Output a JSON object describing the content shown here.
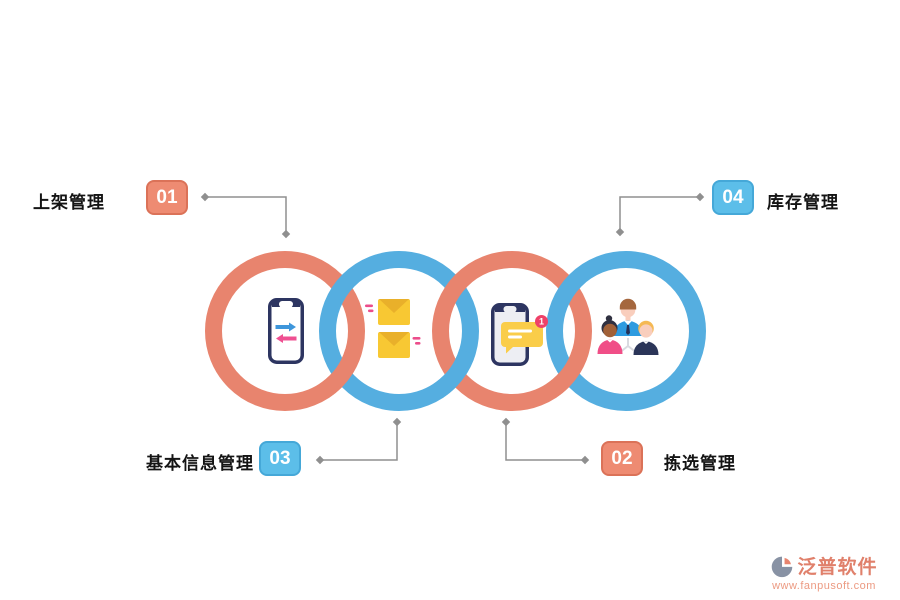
{
  "diagram": {
    "nodes": [
      {
        "badge": "01",
        "label": "上架管理",
        "position": "top-left",
        "badge_color": "#ee8b72",
        "ring": "orange",
        "icon": "phone-transfer-icon"
      },
      {
        "badge": "02",
        "label": "拣选管理",
        "position": "bottom-right",
        "badge_color": "#ee8b72",
        "ring": "orange",
        "icon": "phone-chat-icon"
      },
      {
        "badge": "03",
        "label": "基本信息管理",
        "position": "bottom-left",
        "badge_color": "#5cbee9",
        "ring": "blue",
        "icon": "mail-icon"
      },
      {
        "badge": "04",
        "label": "库存管理",
        "position": "top-right",
        "badge_color": "#5cbee9",
        "ring": "blue",
        "icon": "team-icon"
      }
    ],
    "rings": [
      {
        "order": 1,
        "color": "#e8846e",
        "icon": "phone-transfer-icon"
      },
      {
        "order": 2,
        "color": "#55aee0",
        "icon": "mail-icon"
      },
      {
        "order": 3,
        "color": "#e8846e",
        "icon": "phone-chat-icon"
      },
      {
        "order": 4,
        "color": "#55aee0",
        "icon": "team-icon"
      }
    ],
    "chat_badge_count": "1",
    "colors": {
      "ring_orange": "#e8846e",
      "ring_blue": "#55aee0",
      "connector_gray": "#8f8f8f",
      "label_text": "#141414"
    }
  },
  "watermark": {
    "brand": "泛普软件",
    "url": "www.fanpusoft.com"
  }
}
